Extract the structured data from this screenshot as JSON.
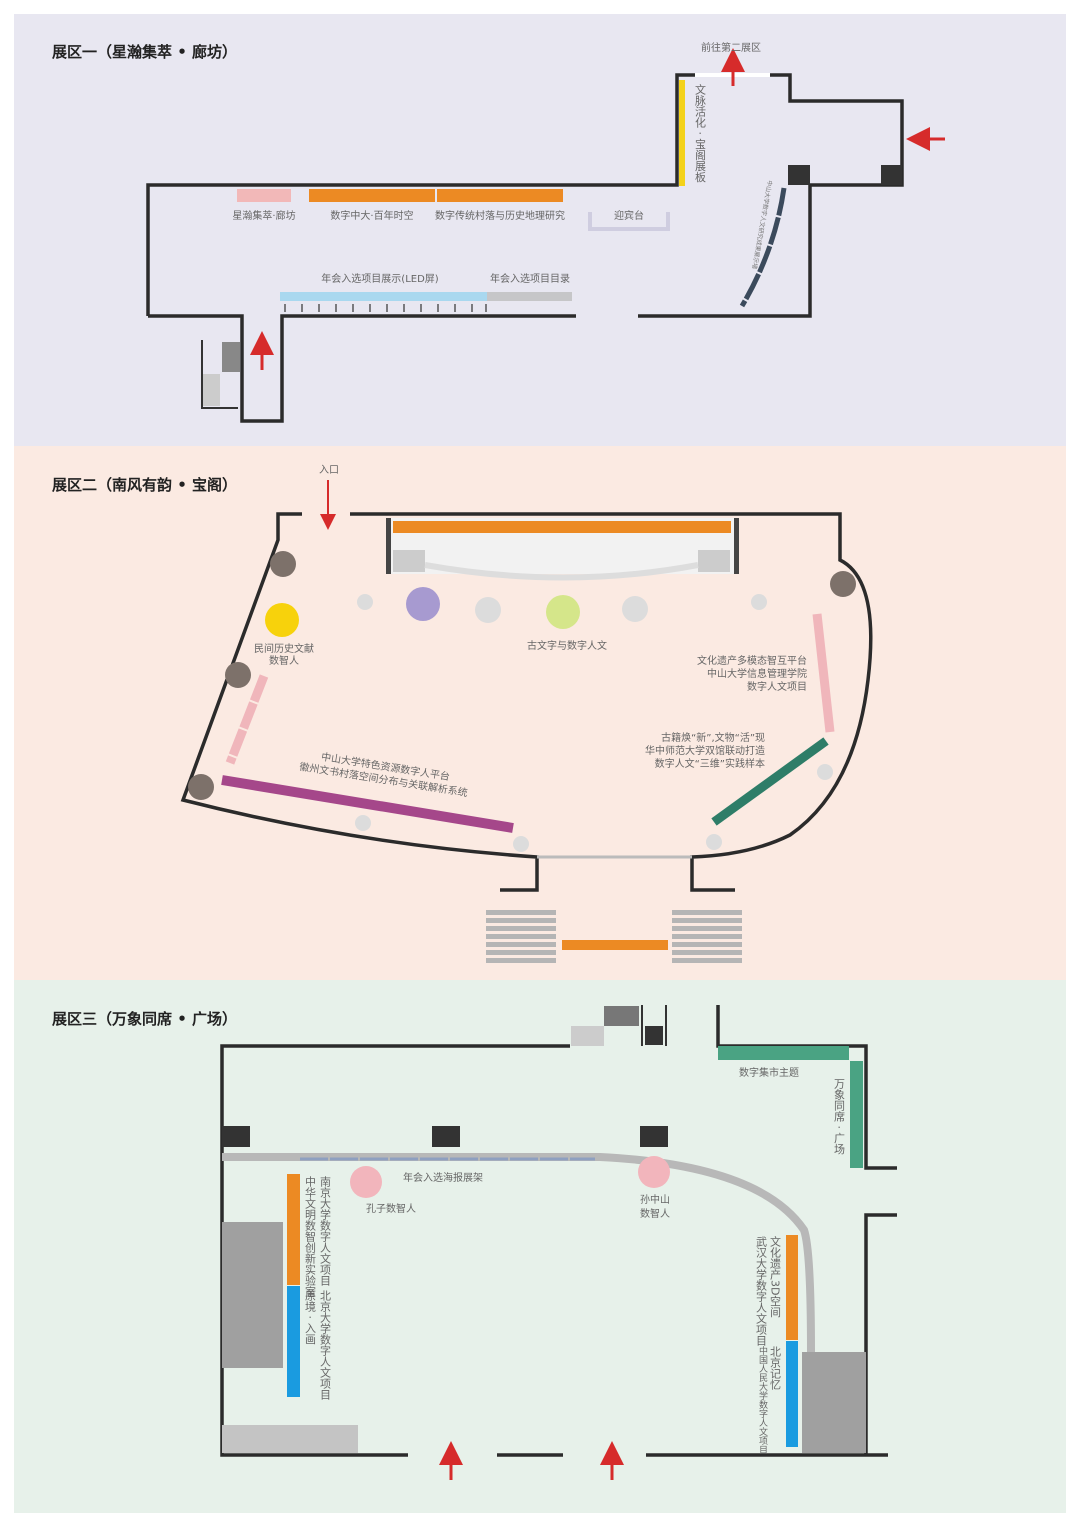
{
  "zone1": {
    "title": "展区一（星瀚集萃 • 廊坊）",
    "to_zone2": "前往第二展区",
    "panel_vertical": "文脉活化 · 宝阁展板",
    "booths": [
      "星瀚集萃·廊坊",
      "数字中大·百年时空",
      "数字传统村落与历史地理研究"
    ],
    "reception": "迎宾台",
    "led": "年会入选项目展示(LED屏)",
    "catalog": "年会入选项目目录",
    "curved_wall": "中山大学数字人文研究成果展示墙"
  },
  "zone2": {
    "title": "展区二（南风有韵 • 宝阁）",
    "entrance": "入口",
    "folk": [
      "民间历史文献",
      "数智人"
    ],
    "ancient": "古文字与数字人文",
    "heritage": [
      "文化遗产多模态智互平台",
      "中山大学信息管理学院",
      "数字人文项目"
    ],
    "books": [
      "古籍焕“新”,文物“活”现",
      "华中师范大学双馆联动打造",
      "数字人文“三维”实践样本"
    ],
    "sysu": [
      "中山大学特色资源数字人平台",
      "徽州文书村落空间分布与关联解析系统"
    ]
  },
  "zone3": {
    "title": "展区三（万象同席 • 广场）",
    "market": "数字集市主题",
    "plaza_vertical": "万象同席 · 广场",
    "poster": "年会入选海报展架",
    "confucius": "孔子数智人",
    "sun": [
      "孙中山",
      "数智人"
    ],
    "left_cols": [
      "南京大学数字人文项目",
      "中华文明数智创新实验室",
      "北京大学数字人文项目",
      "原境 · 入画"
    ],
    "right_cols": [
      "文化遗产3D空间",
      "武汉大学数字人文项目",
      "北京记忆",
      "中国人民大学数字人文项目"
    ]
  },
  "colors": {
    "zone1_bg": "#e8e7f1",
    "zone2_bg": "#fbeae2",
    "zone3_bg": "#e7f1ea",
    "arrow": "#d62b2b",
    "orange": "#ec8a23"
  }
}
